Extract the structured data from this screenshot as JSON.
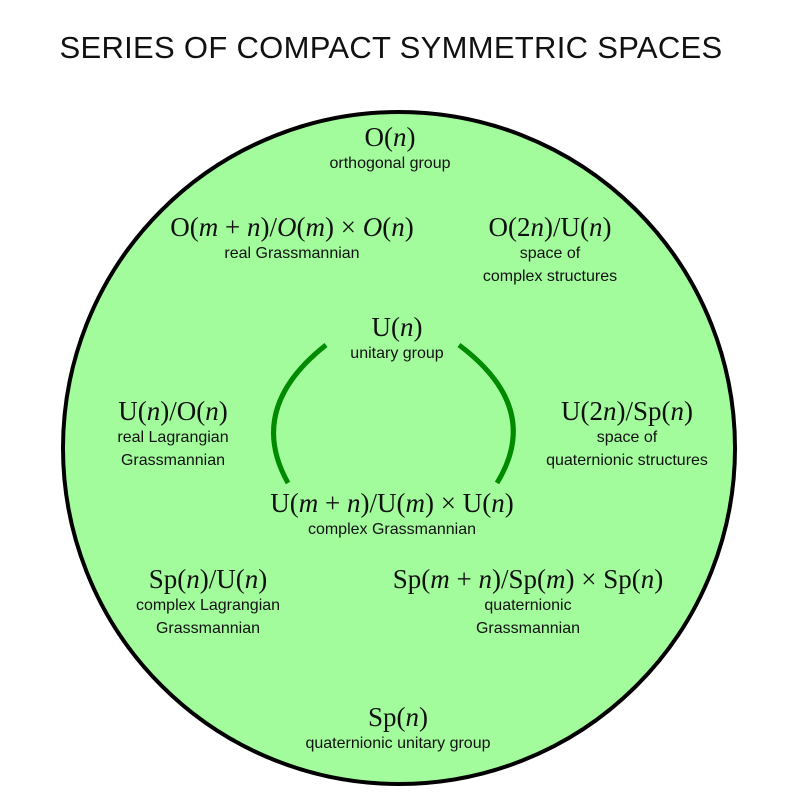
{
  "title": "SERIES OF COMPACT SYMMETRIC SPACES",
  "colors": {
    "disk_fill": "#a2fc9c",
    "disk_stroke": "#000000",
    "arc_stroke": "#008a00"
  },
  "spaces": {
    "on": {
      "formula": "O(n)",
      "desc": [
        "orthogonal group"
      ]
    },
    "real_grass": {
      "formula": "O(m + n)/O(m) × O(n)",
      "desc": [
        "real Grassmannian"
      ]
    },
    "complex_struct": {
      "formula": "O(2n)/U(n)",
      "desc": [
        "space of",
        "complex structures"
      ]
    },
    "un": {
      "formula": "U(n)",
      "desc": [
        "unitary group"
      ]
    },
    "real_lag": {
      "formula": "U(n)/O(n)",
      "desc": [
        "real Lagrangian",
        "Grassmannian"
      ]
    },
    "quat_struct": {
      "formula": "U(2n)/Sp(n)",
      "desc": [
        "space of",
        "quaternionic structures"
      ]
    },
    "complex_grass": {
      "formula": "U(m + n)/U(m) × U(n)",
      "desc": [
        "complex Grassmannian"
      ]
    },
    "complex_lag": {
      "formula": "Sp(n)/U(n)",
      "desc": [
        "complex Lagrangian",
        "Grassmannian"
      ]
    },
    "quat_grass": {
      "formula": "Sp(m + n)/Sp(m) × Sp(n)",
      "desc": [
        "quaternionic",
        "Grassmannian"
      ]
    },
    "spn": {
      "formula": "Sp(n)",
      "desc": [
        "quaternionic unitary group"
      ]
    }
  }
}
